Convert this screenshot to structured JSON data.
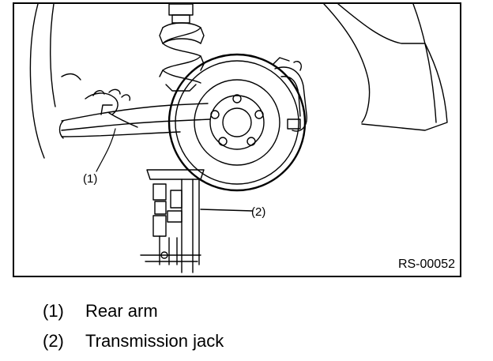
{
  "figure": {
    "code": "RS-00052",
    "callouts": [
      {
        "id": "1",
        "text": "(1)"
      },
      {
        "id": "2",
        "text": "(2)"
      }
    ]
  },
  "legend": [
    {
      "number": "(1)",
      "label": "Rear arm"
    },
    {
      "number": "(2)",
      "label": "Transmission jack"
    }
  ]
}
